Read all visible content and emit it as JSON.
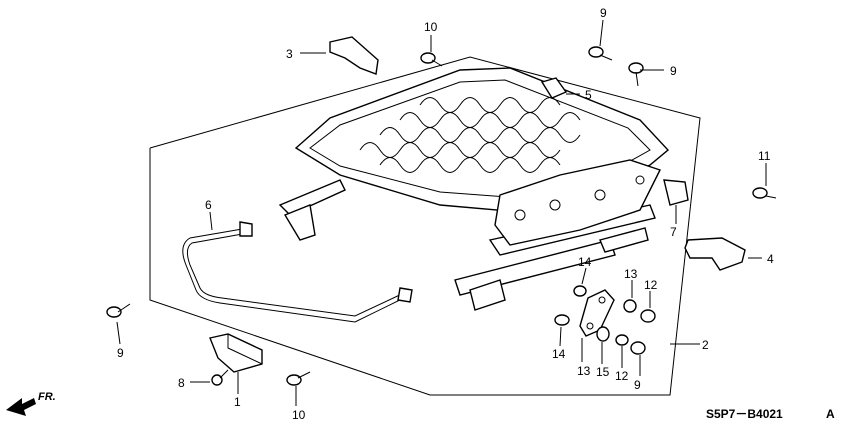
{
  "callouts": [
    {
      "id": "c1",
      "text": "1"
    },
    {
      "id": "c2",
      "text": "2"
    },
    {
      "id": "c3",
      "text": "3"
    },
    {
      "id": "c4",
      "text": "4"
    },
    {
      "id": "c5",
      "text": "5"
    },
    {
      "id": "c6",
      "text": "6"
    },
    {
      "id": "c7",
      "text": "7"
    },
    {
      "id": "c8",
      "text": "8"
    },
    {
      "id": "c9a",
      "text": "9"
    },
    {
      "id": "c9b",
      "text": "9"
    },
    {
      "id": "c9c",
      "text": "9"
    },
    {
      "id": "c9d",
      "text": "9"
    },
    {
      "id": "c10a",
      "text": "10"
    },
    {
      "id": "c10b",
      "text": "10"
    },
    {
      "id": "c11",
      "text": "11"
    },
    {
      "id": "c12a",
      "text": "12"
    },
    {
      "id": "c12b",
      "text": "12"
    },
    {
      "id": "c13a",
      "text": "13"
    },
    {
      "id": "c13b",
      "text": "13"
    },
    {
      "id": "c14a",
      "text": "14"
    },
    {
      "id": "c14b",
      "text": "14"
    },
    {
      "id": "c15",
      "text": "15"
    }
  ],
  "direction_label": "FR.",
  "diagram_code": "S5P7－B4021",
  "diagram_code_suffix": "A"
}
